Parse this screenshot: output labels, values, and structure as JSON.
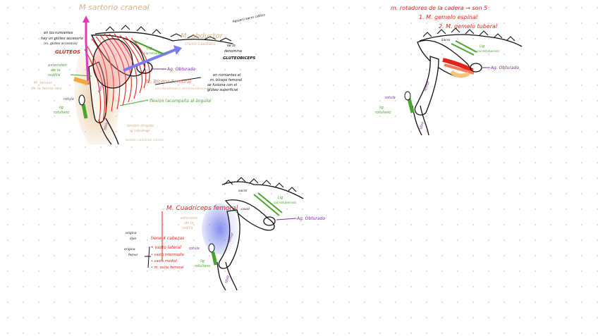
{
  "colors": {
    "red": "#e0231c",
    "purple": "#7a2ea8",
    "green": "#4aa52e",
    "tan": "#d8b48d",
    "blue": "#5b69e8",
    "orange": "#f6a63a",
    "magenta": "#e23ab8",
    "black": "#111111"
  },
  "panel1": {
    "sartorio": "M sartorio craneal",
    "en_los": "en los",
    "rumiantes": "rumiantes",
    "hay_un_gluteo": "hay un glúteo accesorio",
    "gluteo_noAccesorio": "(m. glúteo accesorio)",
    "gluteos": "GLÚTEOS",
    "extension_1": "extensión",
    "extension_2": "de la",
    "extension_3": "rodilla",
    "tensor_1": "M. tensor",
    "tensor_2": "de la fascia lata",
    "abductor_1": "M. abductor",
    "abductor_2": "cruris caudalis",
    "abductor_note_1": "se lo",
    "abductor_note_2": "denomina",
    "abductor_note_3": "GLUTEOBICEPS",
    "sacro_top": "Agujero sacro ciático",
    "lig_sacrotuberoso": "Lig",
    "lig_sacrotuberoso_2": "sacrotuberoso",
    "ag_obturado": "Ag. Obturado",
    "biceps_1": "M. Bíceps Femoral",
    "biceps_2": "semitendinoso / semimembranoso",
    "rumiantes_note_1": "en rumiantes el",
    "rumiantes_note_2": "m. bíceps femoral",
    "rumiantes_note_3": "se fusiona con el",
    "rumiantes_note_4": "glúteo superficial",
    "femur": "Fémur",
    "rotula": "rótula",
    "lig_rotuliano_1": "lig",
    "lig_rotuliano_2": "rotuliano",
    "tibia": "tibia",
    "flexion": "flexión (acompaña al ángulo)",
    "tendon_1": "tendón dirigido",
    "tendon_2": "al calcáneo",
    "tendon_3": "tendón calcáneo común"
  },
  "panel2": {
    "title": "m. rotadores de la cadera → son 5",
    "item1": "1. M. gemelo espinal",
    "item2": "2. M. gemelo tuberal",
    "sacro": "sacro",
    "lig_1": "Lig",
    "lig_2": "sacrotuberoso",
    "ag_obturado": "Ag. Obturado",
    "rotula": "rótula",
    "femur": "fémur",
    "lig_rot_1": "lig",
    "lig_rot_2": "rotuliano",
    "tibia": "tibia"
  },
  "panel3": {
    "title": "M. Cuadriceps femoral",
    "extension_1": "extensión",
    "extension_2": "de la",
    "extension_3": "rodilla",
    "sacro": "sacro",
    "coxal": "coxal",
    "lig_1": "Lig",
    "lig_2": "sacrotuberoso",
    "ag_obturado": "Ag. Obturado",
    "origen_1": "origina",
    "origen_2": "ilion",
    "origen_3": "origina",
    "origen_4": "femur",
    "cabezas": "tiene 4 cabezas",
    "vasto_lateral": "• vasto lateral",
    "vasto_intermedio": "• vasto intermedio",
    "vasto_medial": "• vasto medial",
    "recto_femoral": "• m. recto femoral",
    "rotula": "rótula",
    "femur": "fémur",
    "lig_rot_1": "lig",
    "lig_rot_2": "rotuliano",
    "tibia": "tibia"
  }
}
